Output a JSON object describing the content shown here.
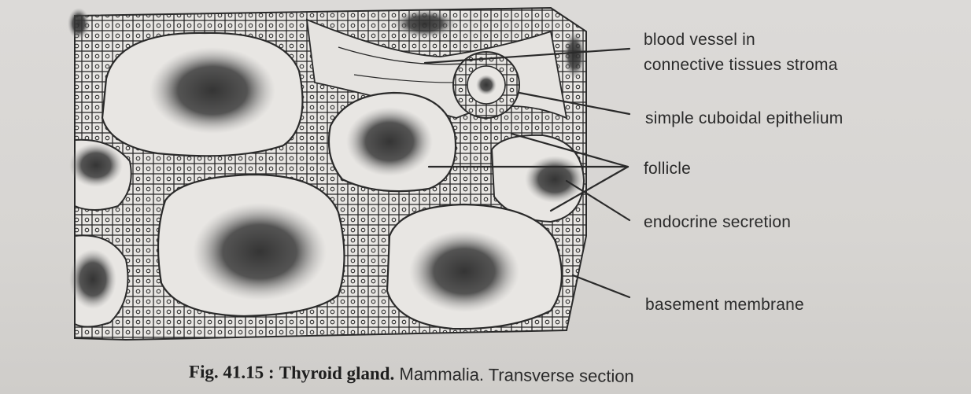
{
  "labels": {
    "blood_vessel": [
      "blood vessel in",
      "connective tissues stroma"
    ],
    "epithelium": "simple cuboidal epithelium",
    "follicle": "follicle",
    "secretion": "endocrine secretion",
    "membrane": "basement membrane"
  },
  "caption": {
    "fig_number": "Fig. 41.15 :",
    "subject": "Thyroid gland.",
    "rest": "Mammalia. Transverse section"
  },
  "colors": {
    "ink": "#2a2a2a",
    "paper": "#dcdad8",
    "follicle_lumen": "#e8e6e3",
    "colloid": "#3a3a3a"
  }
}
